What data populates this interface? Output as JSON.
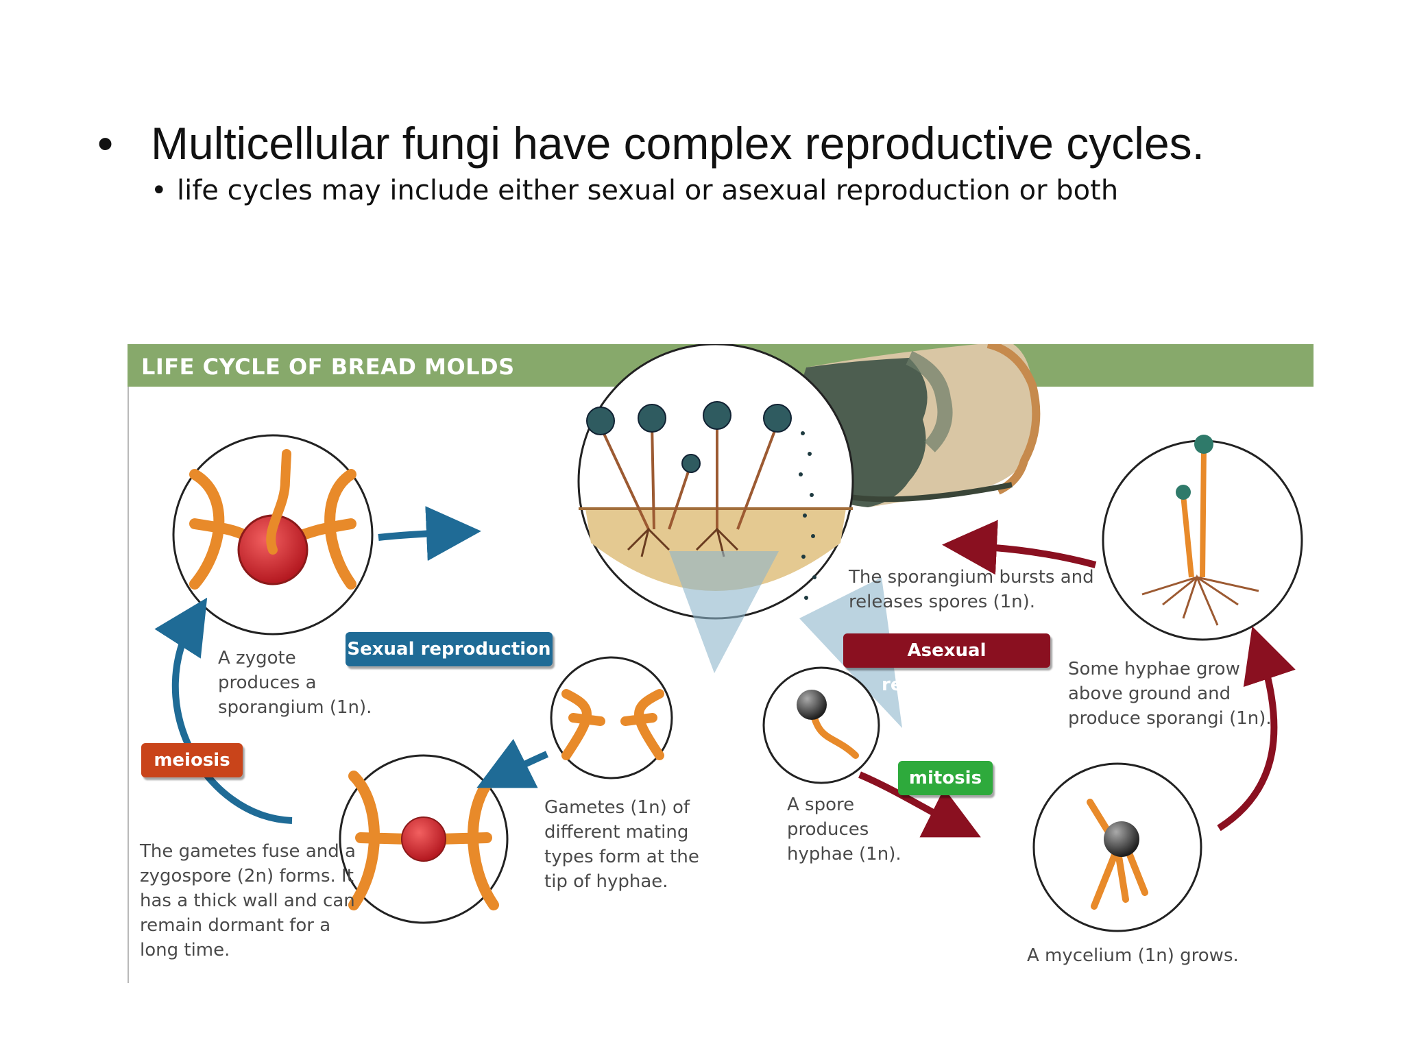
{
  "slide": {
    "bullet": "•",
    "title": "Multicellular fungi have complex reproductive cycles.",
    "sub_bullet": "•",
    "subtitle": "life cycles may include either sexual or asexual reproduction or both"
  },
  "figure": {
    "header": "LIFE CYCLE OF BREAD MOLDS",
    "labels": {
      "sexual": "Sexual reproduction",
      "asexual": "Asexual reproduction",
      "meiosis": "meiosis",
      "mitosis": "mitosis"
    },
    "captions": {
      "zygote": "A zygote\nproduces a\nsporangium (1n).",
      "gametes_fuse": "The gametes fuse and a\nzygospore (2n) forms. It\nhas a thick wall and can\nremain dormant for a\nlong time.",
      "gametes_form": "Gametes (1n) of\ndifferent mating\ntypes form at the\ntip of hyphae.",
      "spore": "A spore\nproduces\nhyphae (1n).",
      "mycelium": "A mycelium (1n) grows.",
      "hyphae_grow": "Some hyphae grow\nabove ground and\nproduce sporangi (1n).",
      "sporangium_bursts": "The sporangium bursts and\nreleases spores (1n)."
    },
    "colors": {
      "header": "#87a96b",
      "sexual": "#1f6b96",
      "asexual": "#8a1020",
      "meiosis": "#c9441a",
      "mitosis": "#2eaa3c",
      "hypha": "#e88a2a",
      "zygospore": "#d3242c"
    }
  }
}
